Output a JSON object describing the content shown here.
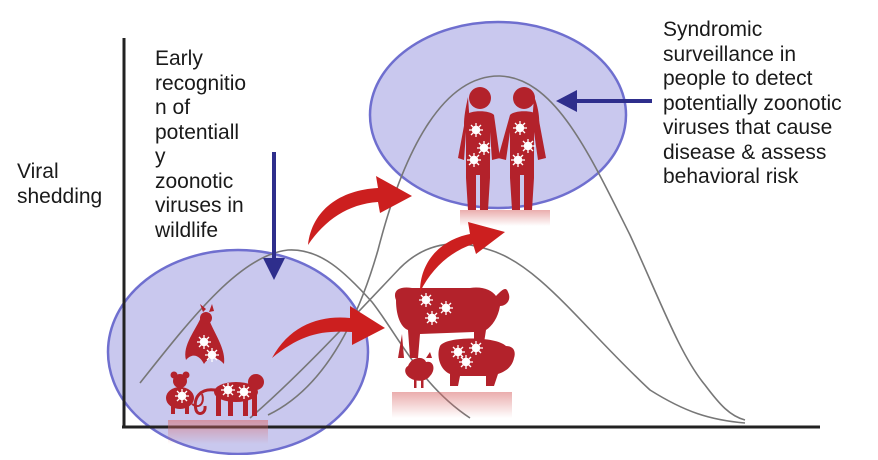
{
  "y_axis_label": "Viral\nshedding",
  "annotations": {
    "early_recognition": "Early\nrecognitio\nn of\npotentiall\ny\nzoonotic\nviruses in\nwildlife",
    "syndromic_surveillance": "Syndromic\nsurveillance in\npeople to detect\npotentially zoonotic\nviruses that cause\ndisease & assess\nbehavioral risk"
  },
  "colors": {
    "circle_fill": "#c9c8ee",
    "circle_stroke": "#6f6fcf",
    "pointer_arrow": "#2e2e8c",
    "spread_arrow": "#cc1f1f",
    "silhouette": "#b3222b",
    "virus": "#ffffff",
    "axis": "#222222",
    "curve": "#666666"
  },
  "icons": {
    "wildlife": [
      "bat-icon",
      "monkey-icon",
      "rodent-icon"
    ],
    "livestock": [
      "cow-icon",
      "pig-icon",
      "chicken-icon"
    ],
    "people": [
      "woman-icon",
      "woman-icon"
    ]
  }
}
